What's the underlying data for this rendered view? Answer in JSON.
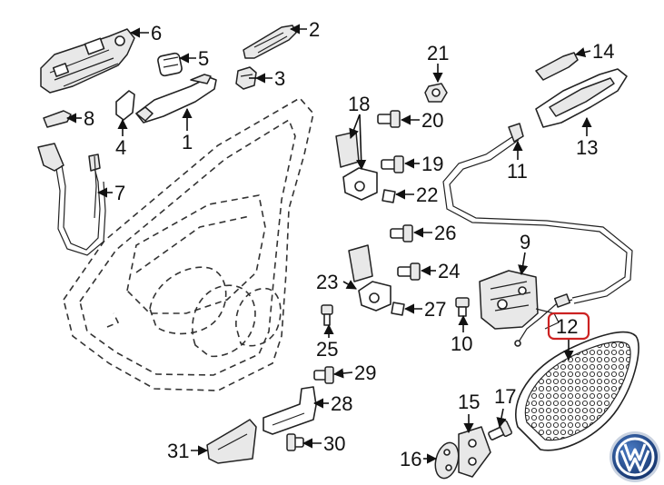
{
  "callouts": {
    "c1": "1",
    "c2": "2",
    "c3": "3",
    "c4": "4",
    "c5": "5",
    "c6": "6",
    "c7": "7",
    "c8": "8",
    "c9": "9",
    "c10": "10",
    "c11": "11",
    "c12": "12",
    "c13": "13",
    "c14": "14",
    "c15": "15",
    "c16": "16",
    "c17": "17",
    "c18": "18",
    "c19": "19",
    "c20": "20",
    "c21": "21",
    "c22": "22",
    "c23": "23",
    "c24": "24",
    "c25": "25",
    "c26": "26",
    "c27": "27",
    "c28": "28",
    "c29": "29",
    "c30": "30",
    "c31": "31"
  },
  "highlight": {
    "callout": "12",
    "color": "#cc2222"
  },
  "logo": {
    "brand": "VW",
    "color": "#1a3d7a"
  }
}
